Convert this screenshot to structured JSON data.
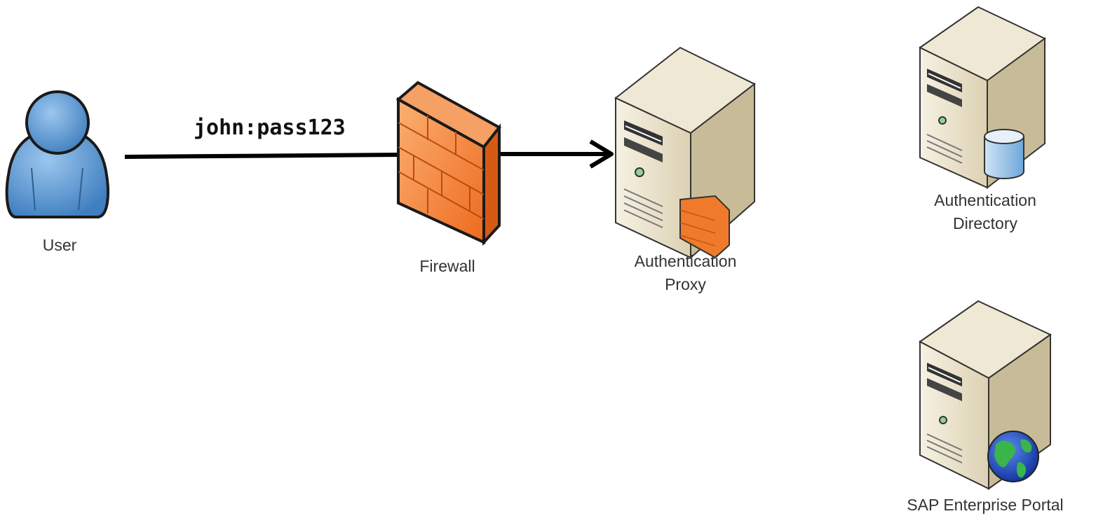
{
  "diagram": {
    "nodes": {
      "user": {
        "label": "User",
        "icon": "user-icon"
      },
      "firewall": {
        "label": "Firewall",
        "icon": "firewall-icon"
      },
      "auth_proxy": {
        "label": "Authentication Proxy",
        "icon": "server-firewall-icon"
      },
      "auth_directory": {
        "label": "Authentication Directory",
        "icon": "server-database-icon"
      },
      "sap_portal": {
        "label": "SAP Enterprise Portal",
        "icon": "server-globe-icon"
      }
    },
    "edges": [
      {
        "from": "user",
        "to": "firewall",
        "label": "john:pass123"
      },
      {
        "from": "firewall",
        "to": "auth_proxy",
        "label": ""
      }
    ],
    "colors": {
      "user_body": "#5b9bd5",
      "firewall": "#f07a2c",
      "server_front": "#e9e0c8",
      "globe_ocean": "#1a4fd0",
      "globe_land": "#3ab54a",
      "arrow": "#000000"
    }
  }
}
